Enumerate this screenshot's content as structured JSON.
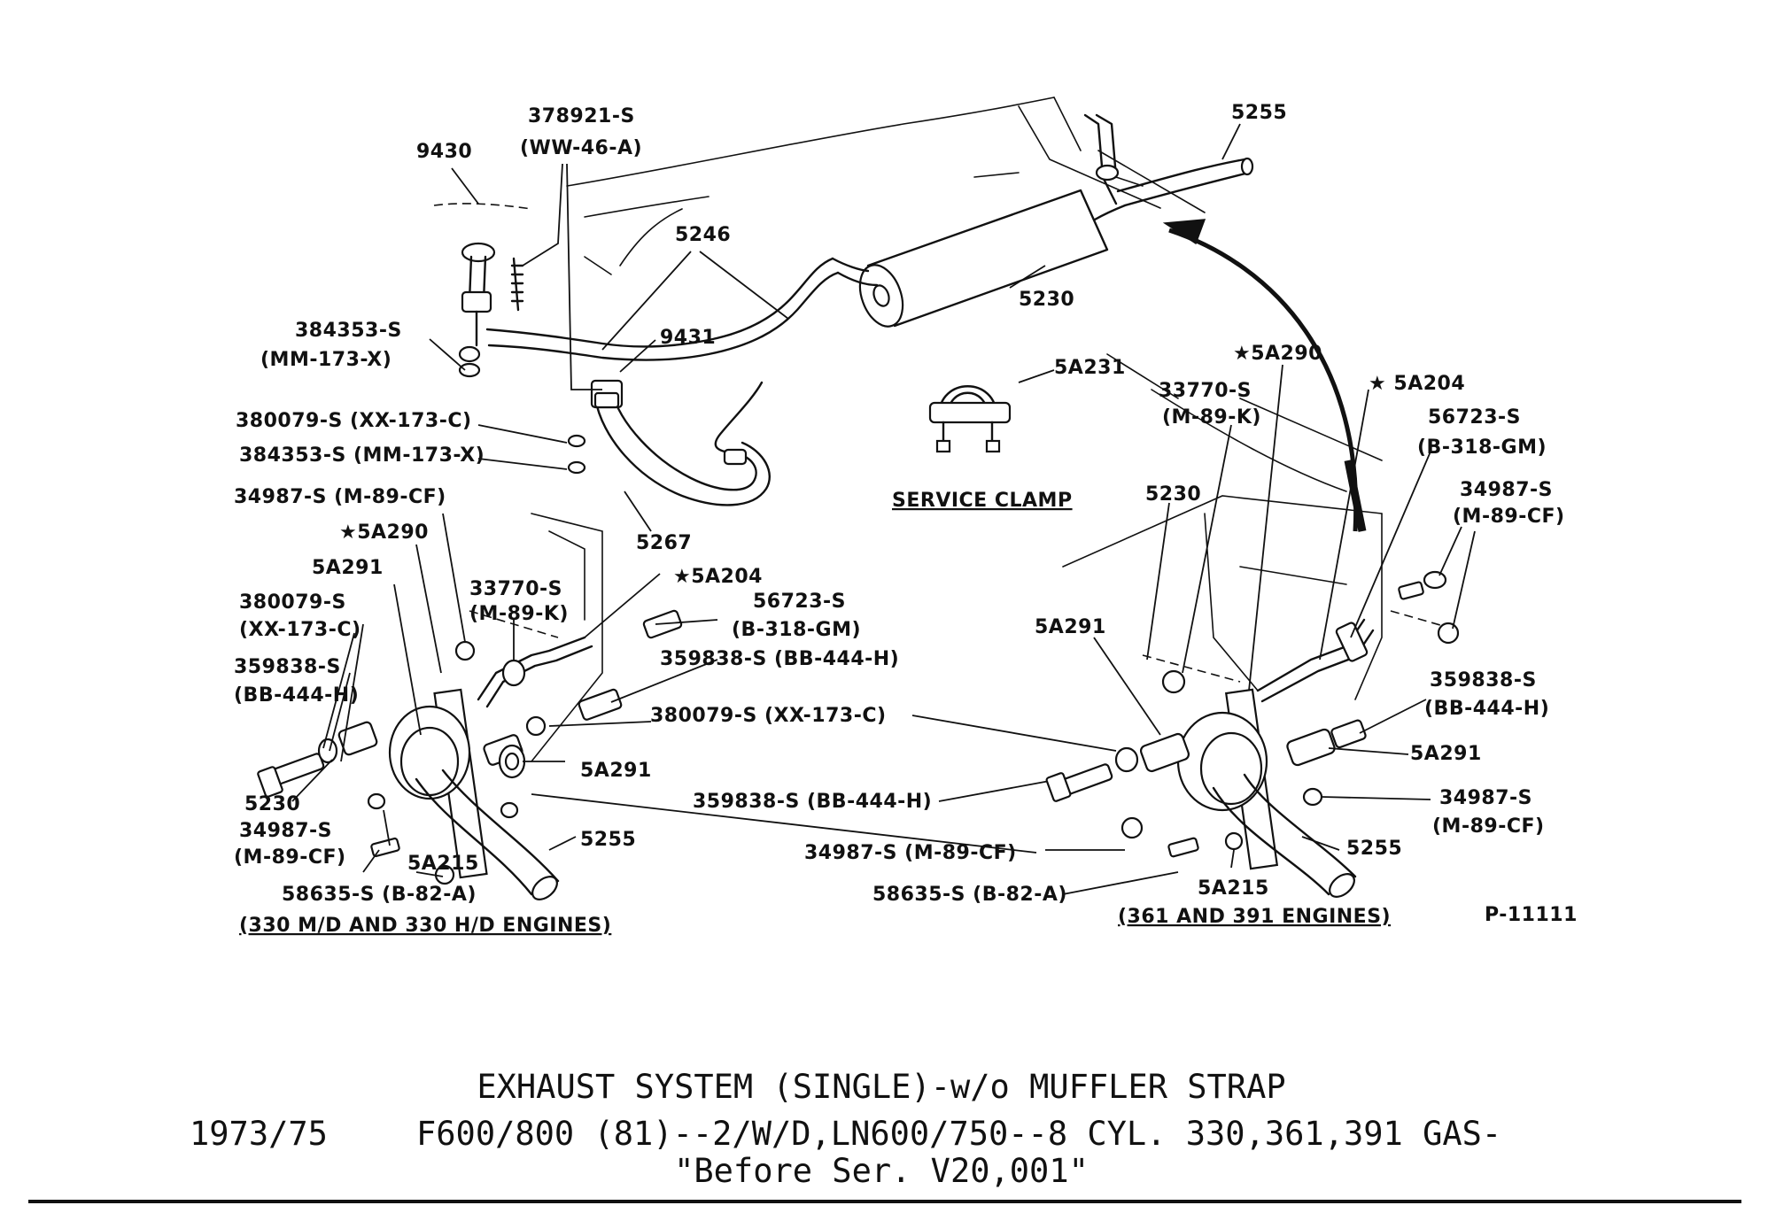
{
  "top": {
    "l_9430": "9430",
    "l_378921": "378921-S",
    "l_ww46a": "(WW-46-A)",
    "l_5255": "5255",
    "l_5246": "5246",
    "l_5230": "5230",
    "l_9431": "9431",
    "l_384353a": "384353-S",
    "l_mm173x": "(MM-173-X)",
    "l_380079": "380079-S (XX-173-C)",
    "l_384353b": "384353-S (MM-173-X)",
    "l_5267": "5267",
    "l_5a231": "5A231",
    "l_service": "SERVICE CLAMP"
  },
  "left": {
    "l_34987a": "34987-S (M-89-CF)",
    "l_5a290": "★5A290",
    "l_5a291a": "5A291",
    "l_380079a": "380079-S",
    "l_xx173c": "(XX-173-C)",
    "l_359838a": "359838-S",
    "l_bb444a": "(BB-444-H)",
    "l_33770": "33770-S",
    "l_m89k": "(M-89-K)",
    "l_5a204": "★5A204",
    "l_56723": "56723-S",
    "l_b318": "(B-318-GM)",
    "l_359838b": "359838-S (BB-444-H)",
    "l_5a291b": "5A291",
    "l_5230": "5230",
    "l_34987b": "34987-S",
    "l_m89cf": "(M-89-CF)",
    "l_5a215": "5A215",
    "l_5255": "5255",
    "l_58635": "58635-S (B-82-A)",
    "l_engines": "(330 M/D AND 330 H/D ENGINES)"
  },
  "mid": {
    "l_380079": "380079-S (XX-173-C)",
    "l_359838": "359838-S (BB-444-H)",
    "l_34987": "34987-S (M-89-CF)",
    "l_58635": "58635-S (B-82-A)"
  },
  "right": {
    "l_5a290": "★5A290",
    "l_5a204": "★ 5A204",
    "l_33770": "33770-S",
    "l_m89k": "(M-89-K)",
    "l_56723": "56723-S",
    "l_b318": "(B-318-GM)",
    "l_5230": "5230",
    "l_34987a": "34987-S",
    "l_m89cfa": "(M-89-CF)",
    "l_5a291a": "5A291",
    "l_359838": "359838-S",
    "l_bb444": "(BB-444-H)",
    "l_5a291b": "5A291",
    "l_34987b": "34987-S",
    "l_m89cfb": "(M-89-CF)",
    "l_5255": "5255",
    "l_5a215": "5A215",
    "l_engines": "(361 AND 391 ENGINES)",
    "l_p11111": "P-11111"
  },
  "caption": {
    "line1": "EXHAUST SYSTEM (SINGLE)-w/o MUFFLER STRAP",
    "year": "1973/75",
    "line2": "F600/800 (81)--2/W/D,LN600/750--8 CYL. 330,361,391 GAS-",
    "line3": "\"Before Ser. V20,001\""
  }
}
